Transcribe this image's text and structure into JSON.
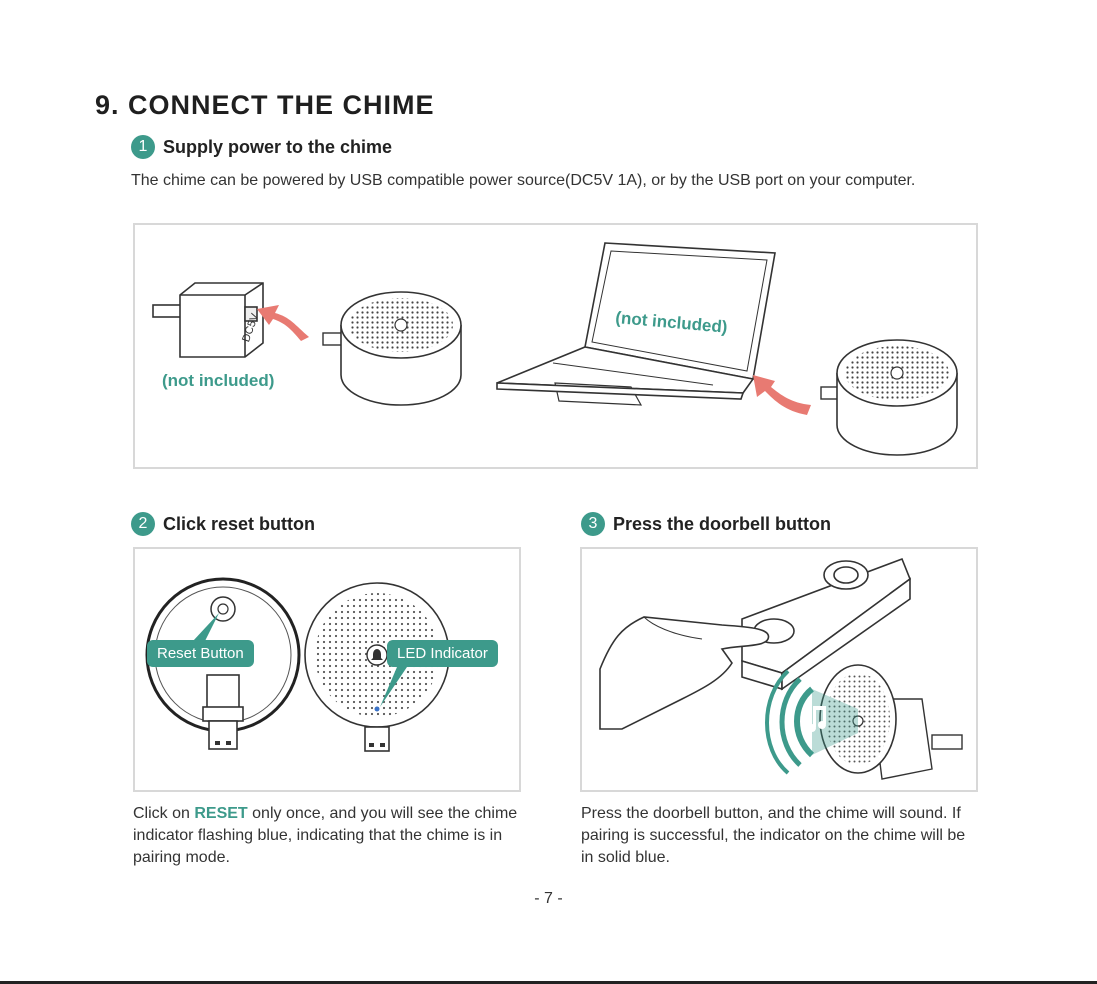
{
  "title": "9. CONNECT THE CHIME",
  "step1": {
    "number": "1",
    "label": "Supply power to the chime",
    "description": "The chime can be powered by USB compatible power source(DC5V 1A), or by the USB port on your computer.",
    "adapter_text": "DC5V",
    "adapter_note": "(not included)",
    "laptop_note": "(not included)"
  },
  "step2": {
    "number": "2",
    "label": "Click reset button",
    "reset_callout": "Reset Button",
    "led_callout": "LED Indicator",
    "desc_before": "Click on ",
    "desc_highlight": "RESET",
    "desc_after": " only once, and you will see the chime indicator flashing blue, indicating that the chime is in pairing mode."
  },
  "step3": {
    "number": "3",
    "label": "Press the doorbell button",
    "description": "Press the doorbell button, and the chime will sound. If pairing is successful, the indicator on the chime will be in solid blue."
  },
  "page_number": "- 7 -",
  "colors": {
    "accent": "#3d9a8b",
    "arrow": "#e87a72",
    "frame": "#d8d8d8"
  },
  "icons": [
    "music-note-icon",
    "bell-icon",
    "usb-plug-icon"
  ]
}
